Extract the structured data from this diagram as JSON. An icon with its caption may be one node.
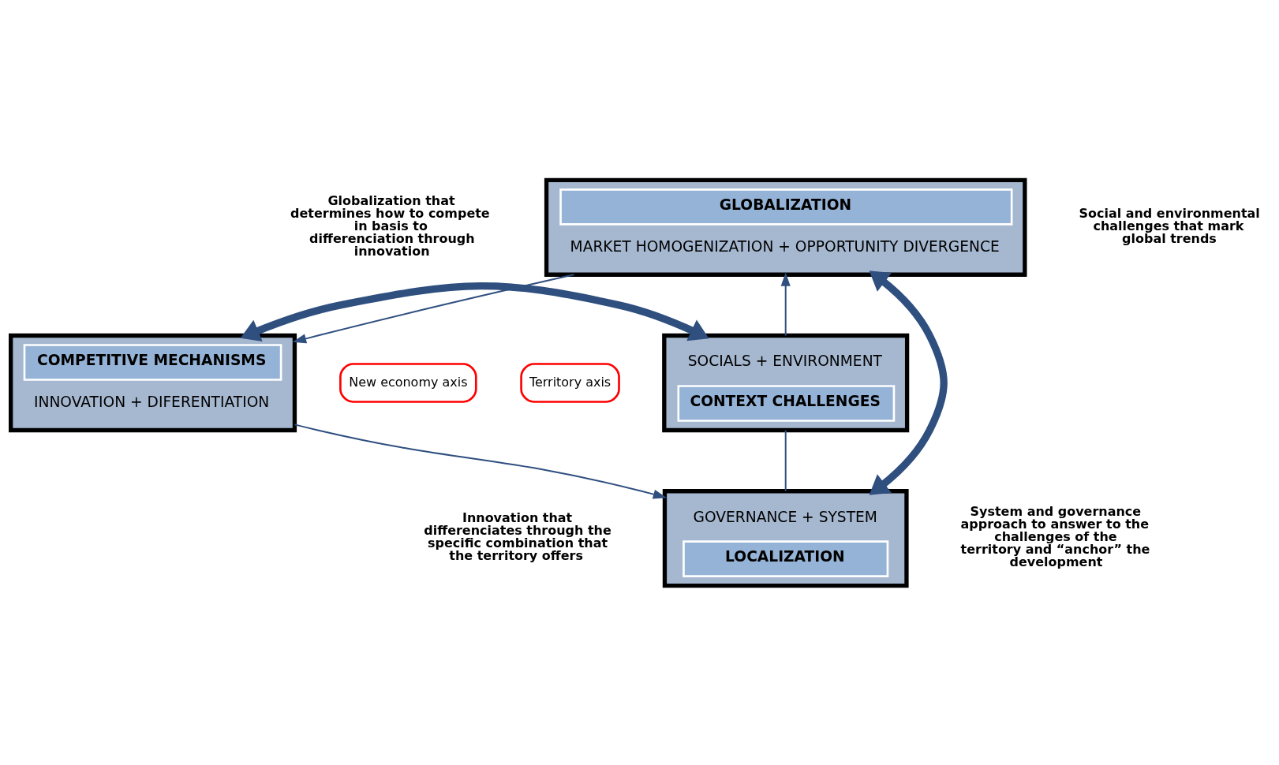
{
  "diagram": {
    "nodes": [
      {
        "text": [
          "GLOBALIZATION",
          "MARKET HOMOGENIZATION + OPPORTUNITY DIVERGENCE"
        ]
      },
      {
        "text": [
          "COMPETITIVE MECHANISMS",
          "INNOVATION + DIFERENTIATION"
        ]
      },
      {
        "text": [
          "SOCIALS + ENVIRONMENT",
          "CONTEXT CHALLENGES"
        ]
      },
      {
        "text": [
          "GOVERNANCE + SYSTEM",
          "LOCALIZATION"
        ]
      },
      {
        "text": [
          "New economy axis"
        ]
      },
      {
        "text": [
          "Territory axis"
        ]
      }
    ],
    "edges": [
      {
        "from": 0,
        "to": 1,
        "arrow": "to"
      },
      {
        "from": 2,
        "to": 0,
        "arrow": "to"
      },
      {
        "from": 1,
        "to": 3,
        "arrow": "to"
      },
      {
        "from": 3,
        "to": 2,
        "arrow": "none"
      },
      {
        "from": 0,
        "to": 3,
        "arrow": "both",
        "style": "thick"
      },
      {
        "from": 1,
        "to": 2,
        "arrow": "both",
        "style": "thick"
      }
    ],
    "labels": [
      "Globalization that determines how to compete in basis to differenciation through innovation",
      "Social and environmental challenges that mark global trends",
      "Innovation that differenciates through the specific combination that the territory offers",
      "System and governance approach to answer to the challenges of the territory and “anchor” the development"
    ]
  }
}
